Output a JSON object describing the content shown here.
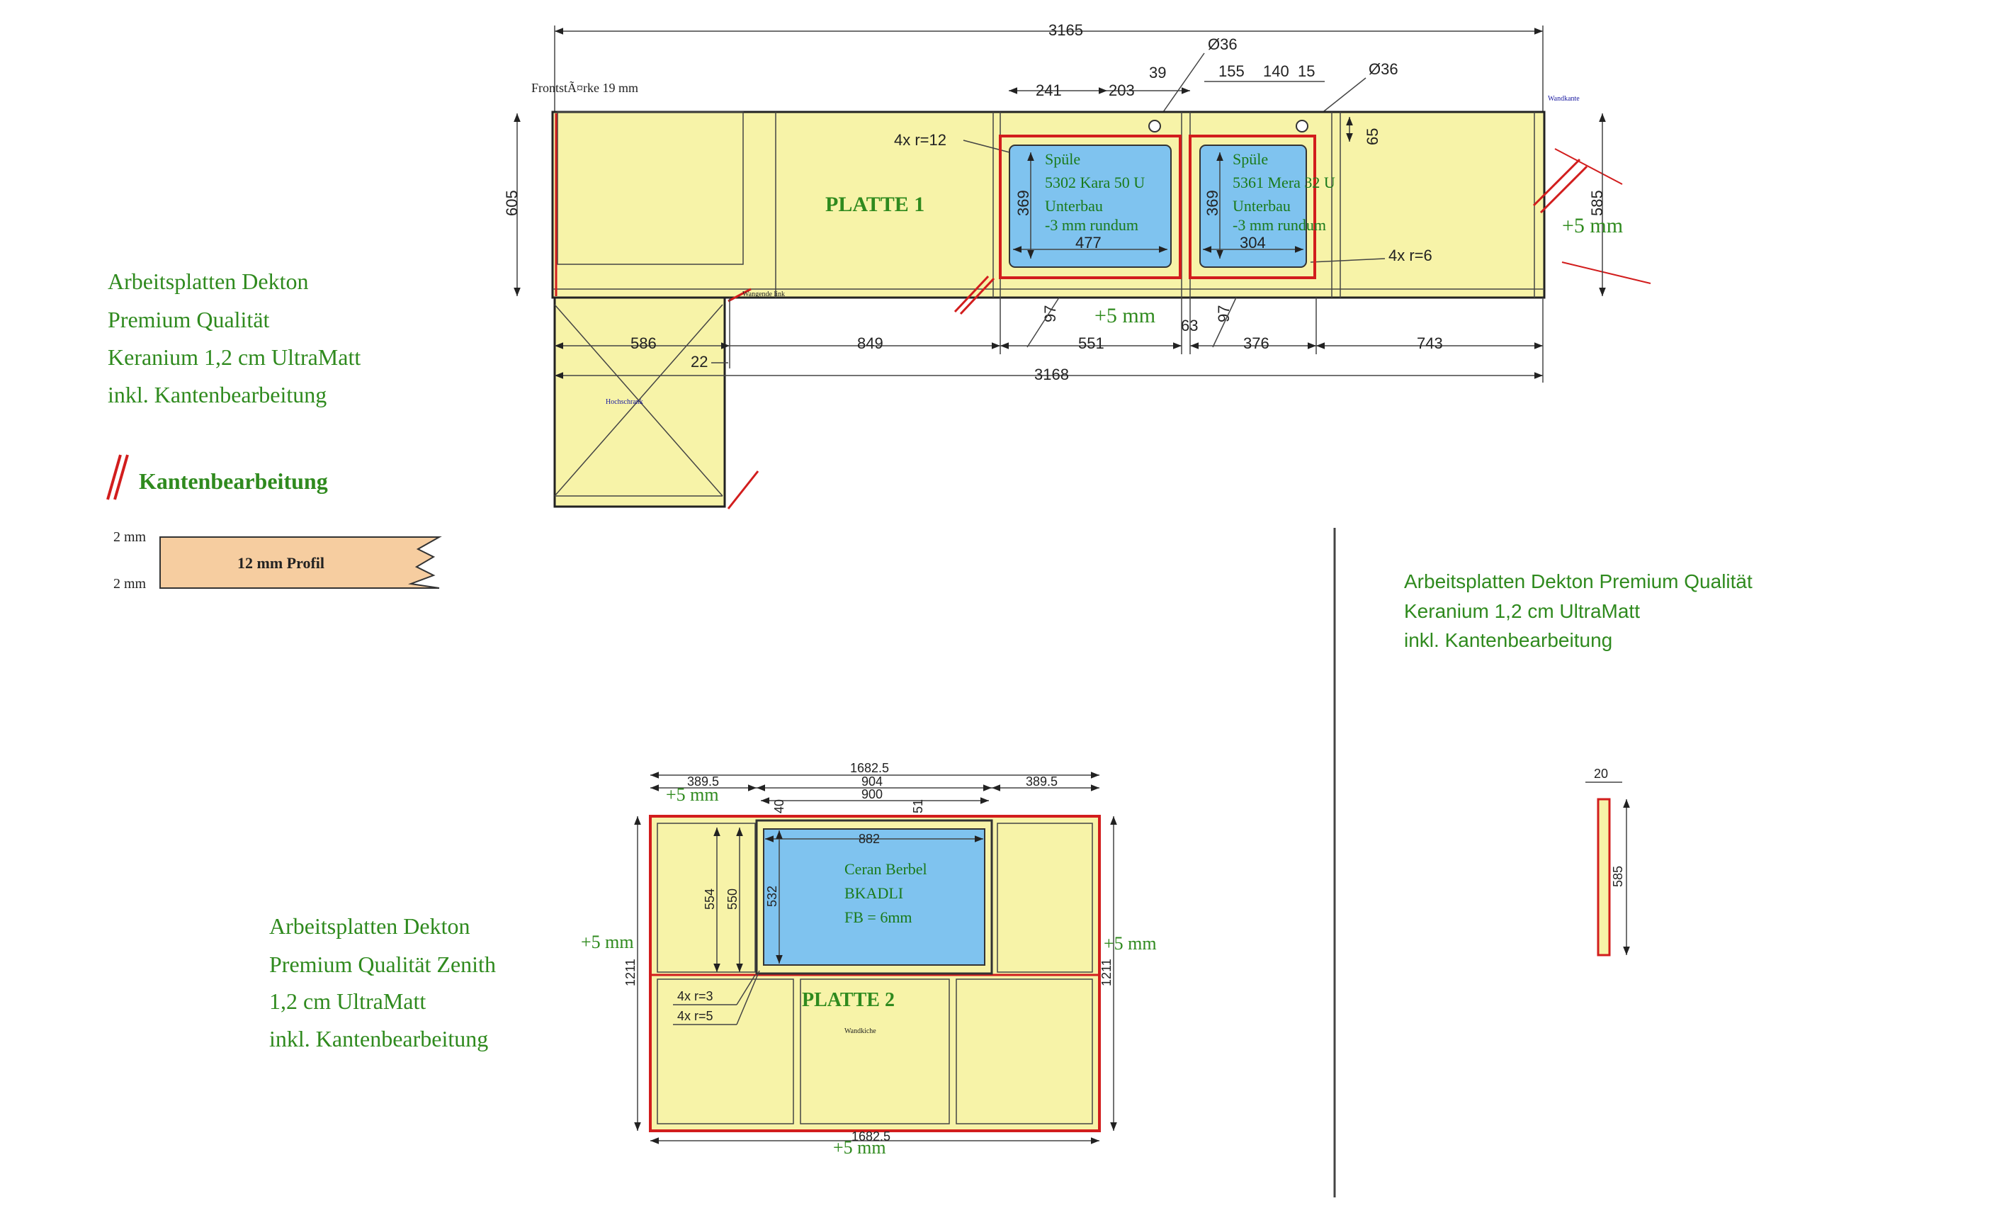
{
  "top_plan": {
    "frontstaerke": "FrontstÃ¤rke 19 mm",
    "wandkante": "Wandkante",
    "wange_label": "Wangende link",
    "hochschrank": "Hochschrank",
    "platte_label": "PLATTE 1",
    "radius_left": "4x r=12",
    "radius_right": "4x r=6",
    "plus5_front": "+5 mm",
    "plus5_right": "+5 mm",
    "dims": {
      "overall_top": "3165",
      "overall_bottom": "3168",
      "depth_left": "605",
      "depth_right": "585",
      "d241": "241",
      "d203": "203",
      "d39": "39",
      "d155": "155",
      "d140": "140",
      "d15": "15",
      "dia1": "Ø36",
      "dia2": "Ø36",
      "d65": "65",
      "d369a": "369",
      "d369b": "369",
      "d477": "477",
      "d304": "304",
      "d97a": "97",
      "d97b": "97",
      "d63": "63",
      "d586": "586",
      "d22": "22",
      "d849": "849",
      "d551": "551",
      "d376": "376",
      "d743": "743"
    },
    "sink1": [
      "Spüle",
      "5302 Kara 50 U",
      "Unterbau",
      "-3 mm rundum"
    ],
    "sink2": [
      "Spüle",
      "5361 Mera 32 U",
      "Unterbau",
      "-3 mm rundum"
    ]
  },
  "notes": {
    "left_top": [
      "Arbeitsplatten Dekton",
      "Premium Qualität",
      "Keranium 1,2 cm UltraMatt",
      "inkl. Kantenbearbeitung"
    ],
    "kanten_title": "Kantenbearbeitung",
    "profile_label": "12 mm Profil",
    "profile_top": "2 mm",
    "profile_bottom": "2 mm",
    "left_bottom": [
      "Arbeitsplatten Dekton",
      "Premium Qualität Zenith",
      "1,2 cm UltraMatt",
      "inkl. Kantenbearbeitung"
    ],
    "right": [
      "Arbeitsplatten Dekton Premium Qualität",
      "Keranium 1,2 cm UltraMatt",
      "inkl. Kantenbearbeitung"
    ]
  },
  "platte2": {
    "label": "PLATTE 2",
    "wall_label": "Wandkiche",
    "hob": [
      "Ceran Berbel",
      "BKADLI",
      "FB = 6mm"
    ],
    "plus5_top": "+5 mm",
    "plus5_left": "+5 mm",
    "plus5_right": "+5 mm",
    "plus5_bottom": "+5 mm",
    "r3": "4x r=3",
    "r5": "4x r=5",
    "dims": {
      "total": "1682.5",
      "total_bottom": "1682.5",
      "left": "389.5",
      "right": "389.5",
      "d904": "904",
      "d900": "900",
      "d882": "882",
      "d40": "40",
      "d51": "51",
      "d554": "554",
      "d550": "550",
      "d532": "532",
      "h_left": "1211",
      "h_right": "1211"
    }
  },
  "strip": {
    "width": "20",
    "height": "585"
  }
}
